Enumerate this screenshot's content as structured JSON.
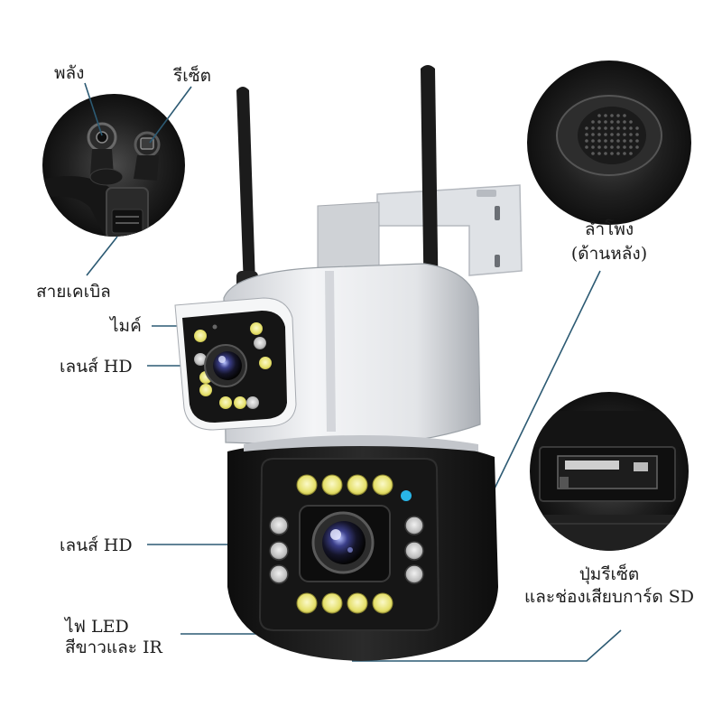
{
  "labels": {
    "power": "พลัง",
    "reset": "รีเซ็ต",
    "cable": "สายเคเบิล",
    "mic": "ไมค์",
    "lens_hd_top": "เลนส์ HD",
    "lens_hd_bottom": "เลนส์ HD",
    "led_line1": "ไฟ LED",
    "led_line2": "สีขาวและ IR",
    "speaker_line1": "ลำโพง",
    "speaker_line2": "(ด้านหลัง)",
    "sd_line1": "ปุ่มรีเซ็ต",
    "sd_line2": "และช่องเสียบการ์ด SD"
  },
  "colors": {
    "callout_line": "#2c5a73",
    "label_text": "#1c1c1c",
    "camera_white": "#e9ebee",
    "camera_black": "#1a1a1a",
    "led_yellow": "#e8e47a",
    "indicator_cyan": "#29b6e8"
  }
}
